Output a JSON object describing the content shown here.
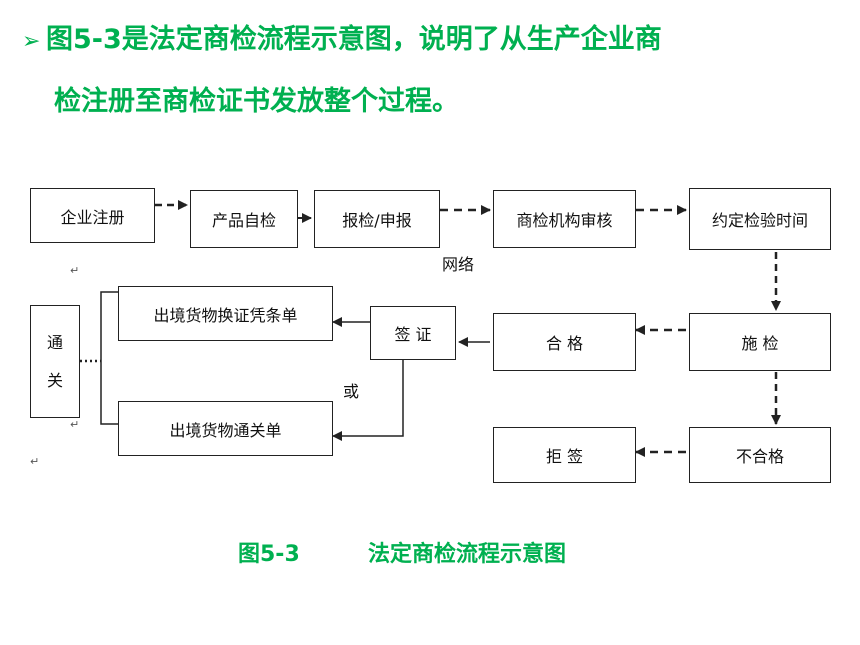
{
  "heading": {
    "bullet": "➢",
    "line1": "图5-3是法定商检流程示意图，说明了从生产企业商",
    "line2": "检注册至商检证书发放整个过程。"
  },
  "diagram": {
    "boxes": {
      "reg": "企业注册",
      "self": "产品自检",
      "apply": "报检/申报",
      "review": "商检机构审核",
      "schedule": "约定检验时间",
      "inspect": "施  检",
      "pass": "合  格",
      "sign": "签  证",
      "exchange": "出境货物换证凭条单",
      "clearance": "出境货物通关单",
      "customs": "通\n关",
      "fail": "不合格",
      "refuse": "拒  签"
    },
    "labels": {
      "network": "网络",
      "or": "或"
    },
    "mark": "↵"
  },
  "caption": {
    "number": "图5-3",
    "title": "法定商检流程示意图"
  },
  "colors": {
    "accent": "#00b050",
    "line": "#222222"
  }
}
